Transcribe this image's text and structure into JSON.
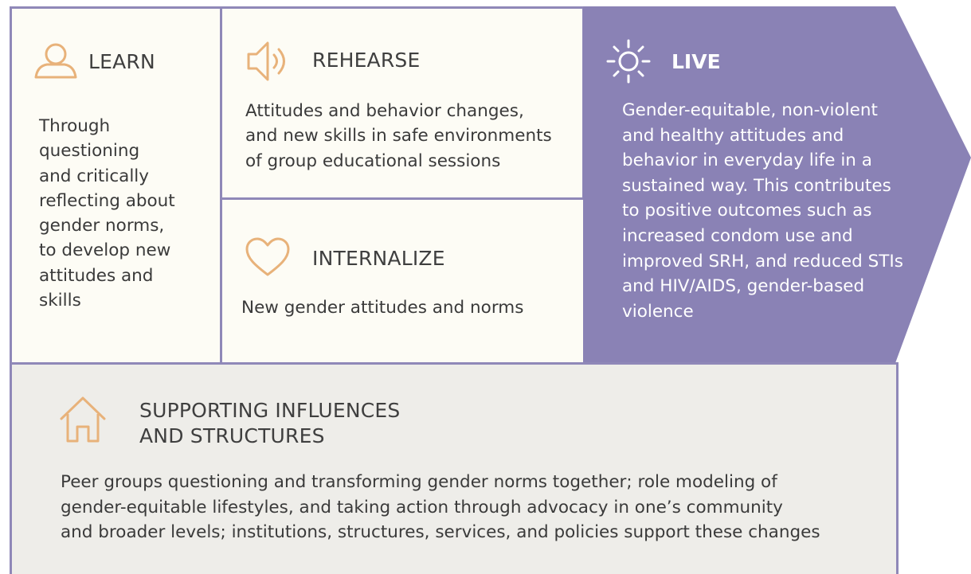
{
  "learn": {
    "icon": "person-icon",
    "title": "LEARN",
    "lines": [
      "Through",
      "questioning",
      "and critically",
      "reflecting about",
      "gender norms,",
      "to develop new",
      "attitudes and",
      "skills"
    ]
  },
  "rehearse": {
    "icon": "speaker-icon",
    "title": "REHEARSE",
    "lines": [
      "Attitudes and behavior changes,",
      "and new skills in safe environments",
      "of group educational sessions"
    ]
  },
  "internalize": {
    "icon": "heart-icon",
    "title": "INTERNALIZE",
    "lines": [
      "New gender attitudes and norms"
    ]
  },
  "live": {
    "icon": "sun-icon",
    "title": "LIVE",
    "lines": [
      "Gender-equitable, non-violent",
      "and healthy attitudes and",
      "behavior in everyday life in a",
      "sustained way. This contributes",
      "to positive outcomes such as",
      "increased condom use and",
      "improved SRH, and reduced STIs",
      "and HIV/AIDS, gender-based",
      "violence"
    ]
  },
  "support": {
    "icon": "house-icon",
    "title_lines": [
      "SUPPORTING INFLUENCES",
      "AND STRUCTURES"
    ],
    "lines": [
      "Peer groups questioning and transforming gender norms together; role modeling of",
      "gender-equitable lifestyles, and taking action through advocacy in one’s community",
      "and broader levels; institutions, structures, services, and policies support these changes"
    ]
  },
  "colors": {
    "accent_purple": "#8a82b5",
    "border_purple": "#8f88b8",
    "icon_orange": "#e8b27a",
    "cream": "#fdfcf5",
    "gray": "#eeede9"
  }
}
